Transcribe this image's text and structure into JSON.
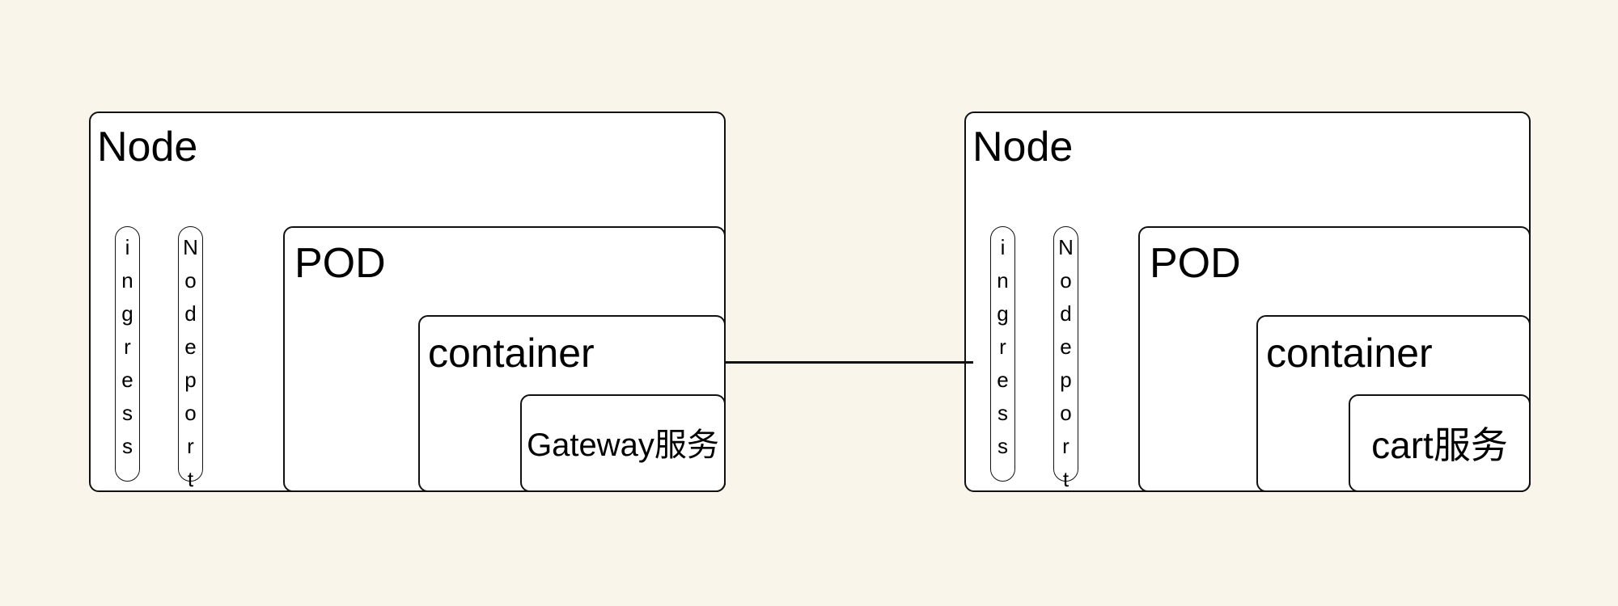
{
  "canvas": {
    "background_color": "#f9f5ea",
    "stroke_color": "#111111",
    "box_fill_color": "#ffffff"
  },
  "nodes": [
    {
      "title": "Node",
      "ports": [
        {
          "label": "ingress"
        },
        {
          "label": "Nodeport"
        }
      ],
      "pod": {
        "title": "POD",
        "container": {
          "title": "container",
          "service": {
            "label": "Gateway服务"
          }
        }
      }
    },
    {
      "title": "Node",
      "ports": [
        {
          "label": "ingress"
        },
        {
          "label": "Nodeport"
        }
      ],
      "pod": {
        "title": "POD",
        "container": {
          "title": "container",
          "service": {
            "label": "cart服务"
          }
        }
      }
    }
  ],
  "connector": {
    "connects": "Node 1 ↔ Node 2"
  }
}
